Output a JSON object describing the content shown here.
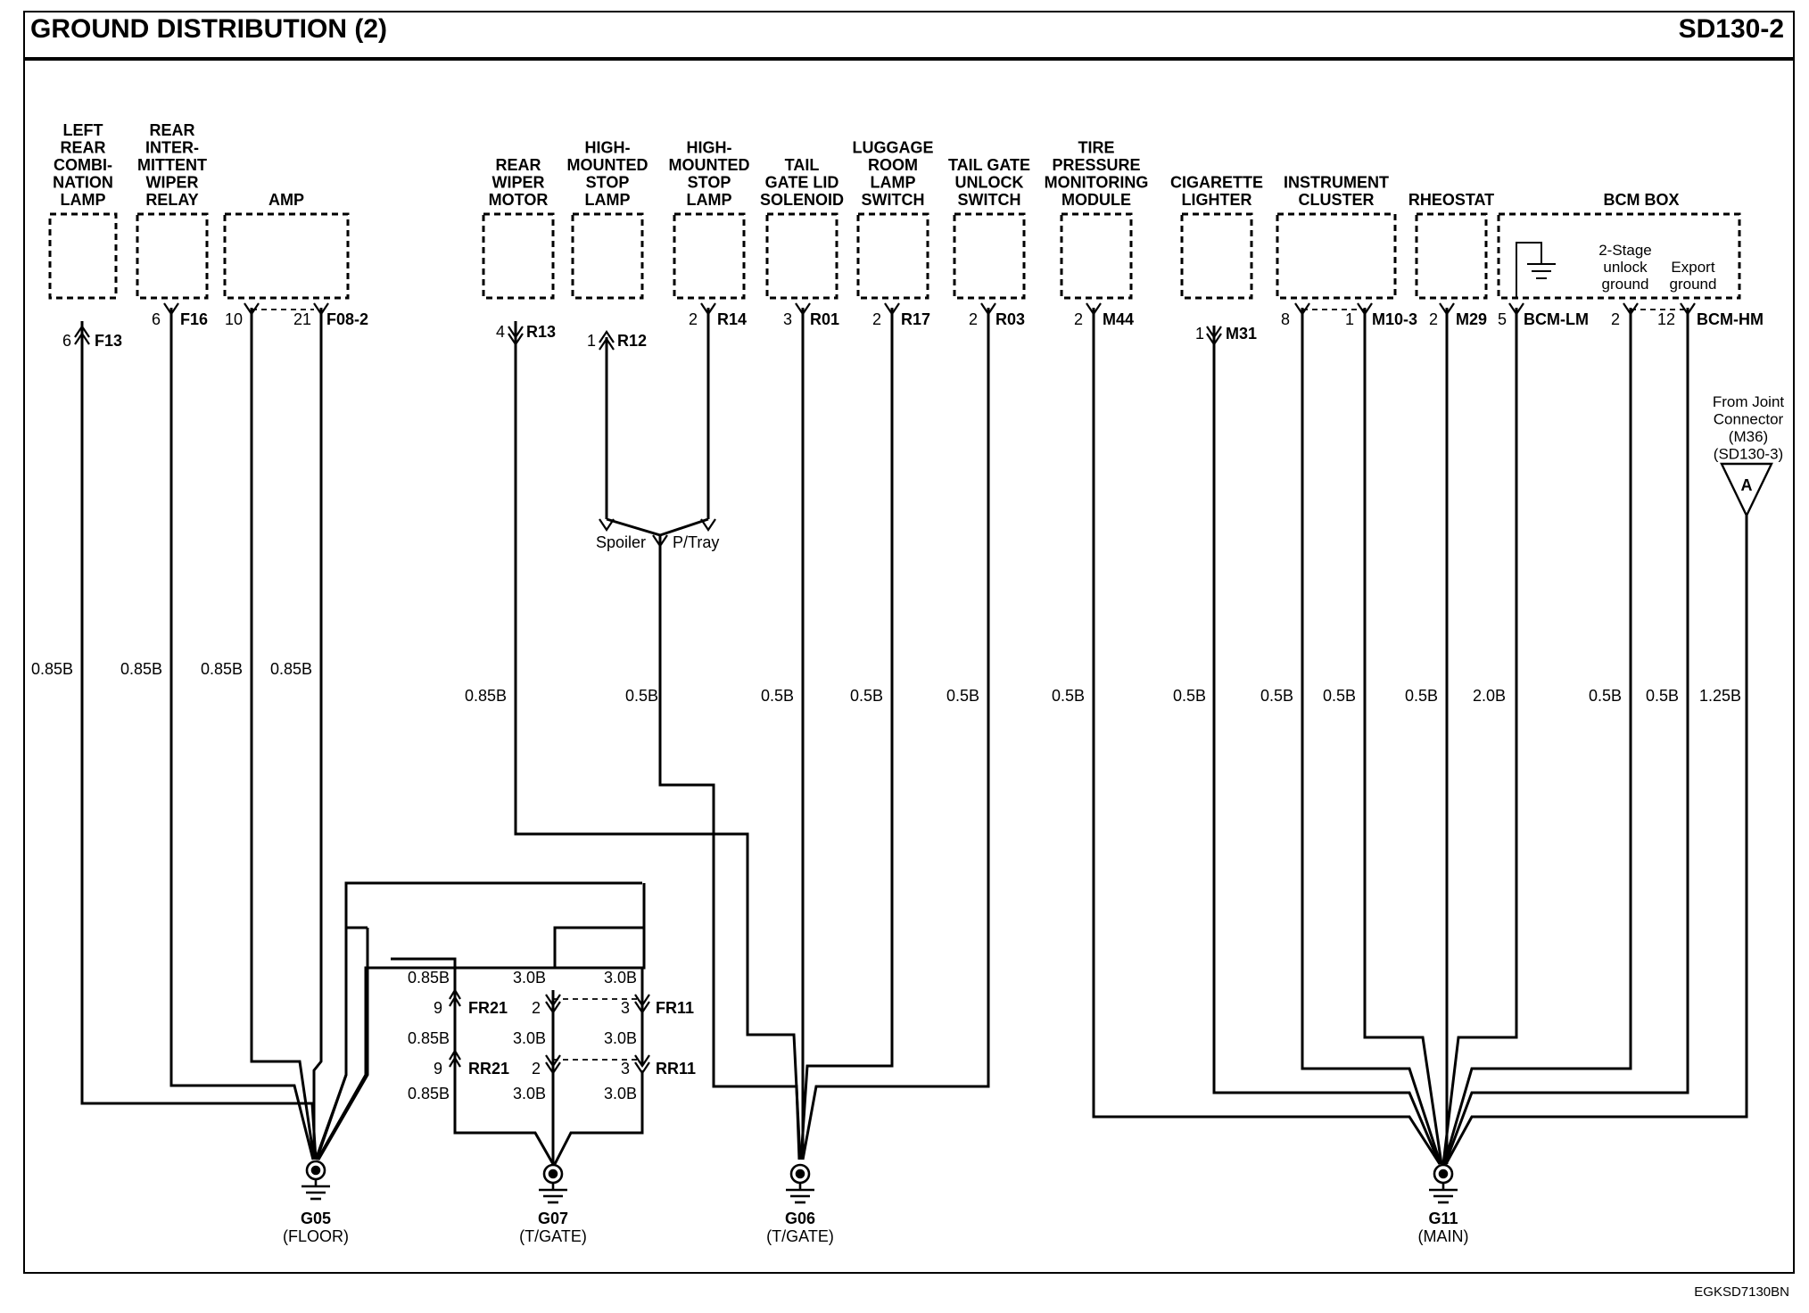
{
  "header": {
    "title": "GROUND DISTRIBUTION (2)",
    "page_code": "SD130-2"
  },
  "footer": {
    "code": "EGKSD7130BN"
  },
  "components": [
    {
      "id": "left-rear-combination-lamp",
      "label": [
        "LEFT",
        "REAR",
        "COMBI-",
        "NATION",
        "LAMP"
      ]
    },
    {
      "id": "rear-intermittent-wiper-relay",
      "label": [
        "REAR",
        "INTER-",
        "MITTENT",
        "WIPER",
        "RELAY"
      ]
    },
    {
      "id": "amp",
      "label": [
        "AMP"
      ]
    },
    {
      "id": "rear-wiper-motor",
      "label": [
        "REAR",
        "WIPER",
        "MOTOR"
      ]
    },
    {
      "id": "high-mounted-stop-lamp-1",
      "label": [
        "HIGH-",
        "MOUNTED",
        "STOP",
        "LAMP"
      ]
    },
    {
      "id": "high-mounted-stop-lamp-2",
      "label": [
        "HIGH-",
        "MOUNTED",
        "STOP",
        "LAMP"
      ]
    },
    {
      "id": "tail-gate-lid-solenoid",
      "label": [
        "TAIL",
        "GATE LID",
        "SOLENOID"
      ]
    },
    {
      "id": "luggage-room-lamp-switch",
      "label": [
        "LUGGAGE",
        "ROOM",
        "LAMP",
        "SWITCH"
      ]
    },
    {
      "id": "tail-gate-unlock-switch",
      "label": [
        "TAIL GATE",
        "UNLOCK",
        "SWITCH"
      ]
    },
    {
      "id": "tire-pressure-monitoring-module",
      "label": [
        "TIRE",
        "PRESSURE",
        "MONITORING",
        "MODULE"
      ]
    },
    {
      "id": "cigarette-lighter",
      "label": [
        "CIGARETTE",
        "LIGHTER"
      ]
    },
    {
      "id": "instrument-cluster",
      "label": [
        "INSTRUMENT",
        "CLUSTER"
      ]
    },
    {
      "id": "rheostat",
      "label": [
        "RHEOSTAT"
      ]
    },
    {
      "id": "bcm-box",
      "label": [
        "BCM BOX"
      ]
    }
  ],
  "bcm_inner": {
    "stage_label": [
      "2-Stage",
      "unlock",
      "ground"
    ],
    "export_label": [
      "Export",
      "ground"
    ]
  },
  "pins": [
    {
      "id": "f13",
      "pin": "6",
      "connector": "F13"
    },
    {
      "id": "f16",
      "pin": "6",
      "connector": "F16"
    },
    {
      "id": "f08a",
      "pin": "10",
      "connector": ""
    },
    {
      "id": "f08b",
      "pin": "21",
      "connector": "F08-2"
    },
    {
      "id": "r13",
      "pin": "4",
      "connector": "R13"
    },
    {
      "id": "r12",
      "pin": "1",
      "connector": "R12"
    },
    {
      "id": "r14",
      "pin": "2",
      "connector": "R14"
    },
    {
      "id": "r01",
      "pin": "3",
      "connector": "R01"
    },
    {
      "id": "r17",
      "pin": "2",
      "connector": "R17"
    },
    {
      "id": "r03",
      "pin": "2",
      "connector": "R03"
    },
    {
      "id": "m44",
      "pin": "2",
      "connector": "M44"
    },
    {
      "id": "m31",
      "pin": "1",
      "connector": "M31"
    },
    {
      "id": "m10a",
      "pin": "8",
      "connector": ""
    },
    {
      "id": "m10b",
      "pin": "1",
      "connector": "M10-3"
    },
    {
      "id": "m29",
      "pin": "2",
      "connector": "M29"
    },
    {
      "id": "bcmlm",
      "pin": "5",
      "connector": "BCM-LM"
    },
    {
      "id": "bcmhm-a",
      "pin": "2",
      "connector": ""
    },
    {
      "id": "bcmhm-b",
      "pin": "12",
      "connector": "BCM-HM"
    }
  ],
  "wire_labels": [
    "0.85B",
    "0.85B",
    "0.85B",
    "0.85B",
    "0.85B",
    "0.5B",
    "0.5B",
    "0.5B",
    "0.5B",
    "0.5B",
    "0.5B",
    "0.5B",
    "0.5B",
    "0.5B",
    "2.0B",
    "0.5B",
    "0.5B",
    "1.25B"
  ],
  "splice": {
    "left": "Spoiler",
    "right": "P/Tray"
  },
  "joint": {
    "text": [
      "From Joint",
      "Connector",
      "(M36)",
      "(SD130-3)"
    ],
    "letter": "A"
  },
  "lower_block": {
    "rows": [
      {
        "left_size": "0.85B",
        "mid_size": "3.0B",
        "right_size": "3.0B"
      },
      {
        "left_size": "0.85B",
        "mid_size": "3.0B",
        "right_size": "3.0B"
      },
      {
        "left_size": "0.85B",
        "mid_size": "3.0B",
        "right_size": "3.0B"
      }
    ],
    "connectors": [
      {
        "left_pin": "9",
        "left_conn": "FR21",
        "mid_pin": "2",
        "right_pin": "3",
        "right_conn": "FR11"
      },
      {
        "left_pin": "9",
        "left_conn": "RR21",
        "mid_pin": "2",
        "right_pin": "3",
        "right_conn": "RR11"
      }
    ]
  },
  "grounds": [
    {
      "id": "G05",
      "sub": "(FLOOR)"
    },
    {
      "id": "G07",
      "sub": "(T/GATE)"
    },
    {
      "id": "G06",
      "sub": "(T/GATE)"
    },
    {
      "id": "G11",
      "sub": "(MAIN)"
    }
  ]
}
